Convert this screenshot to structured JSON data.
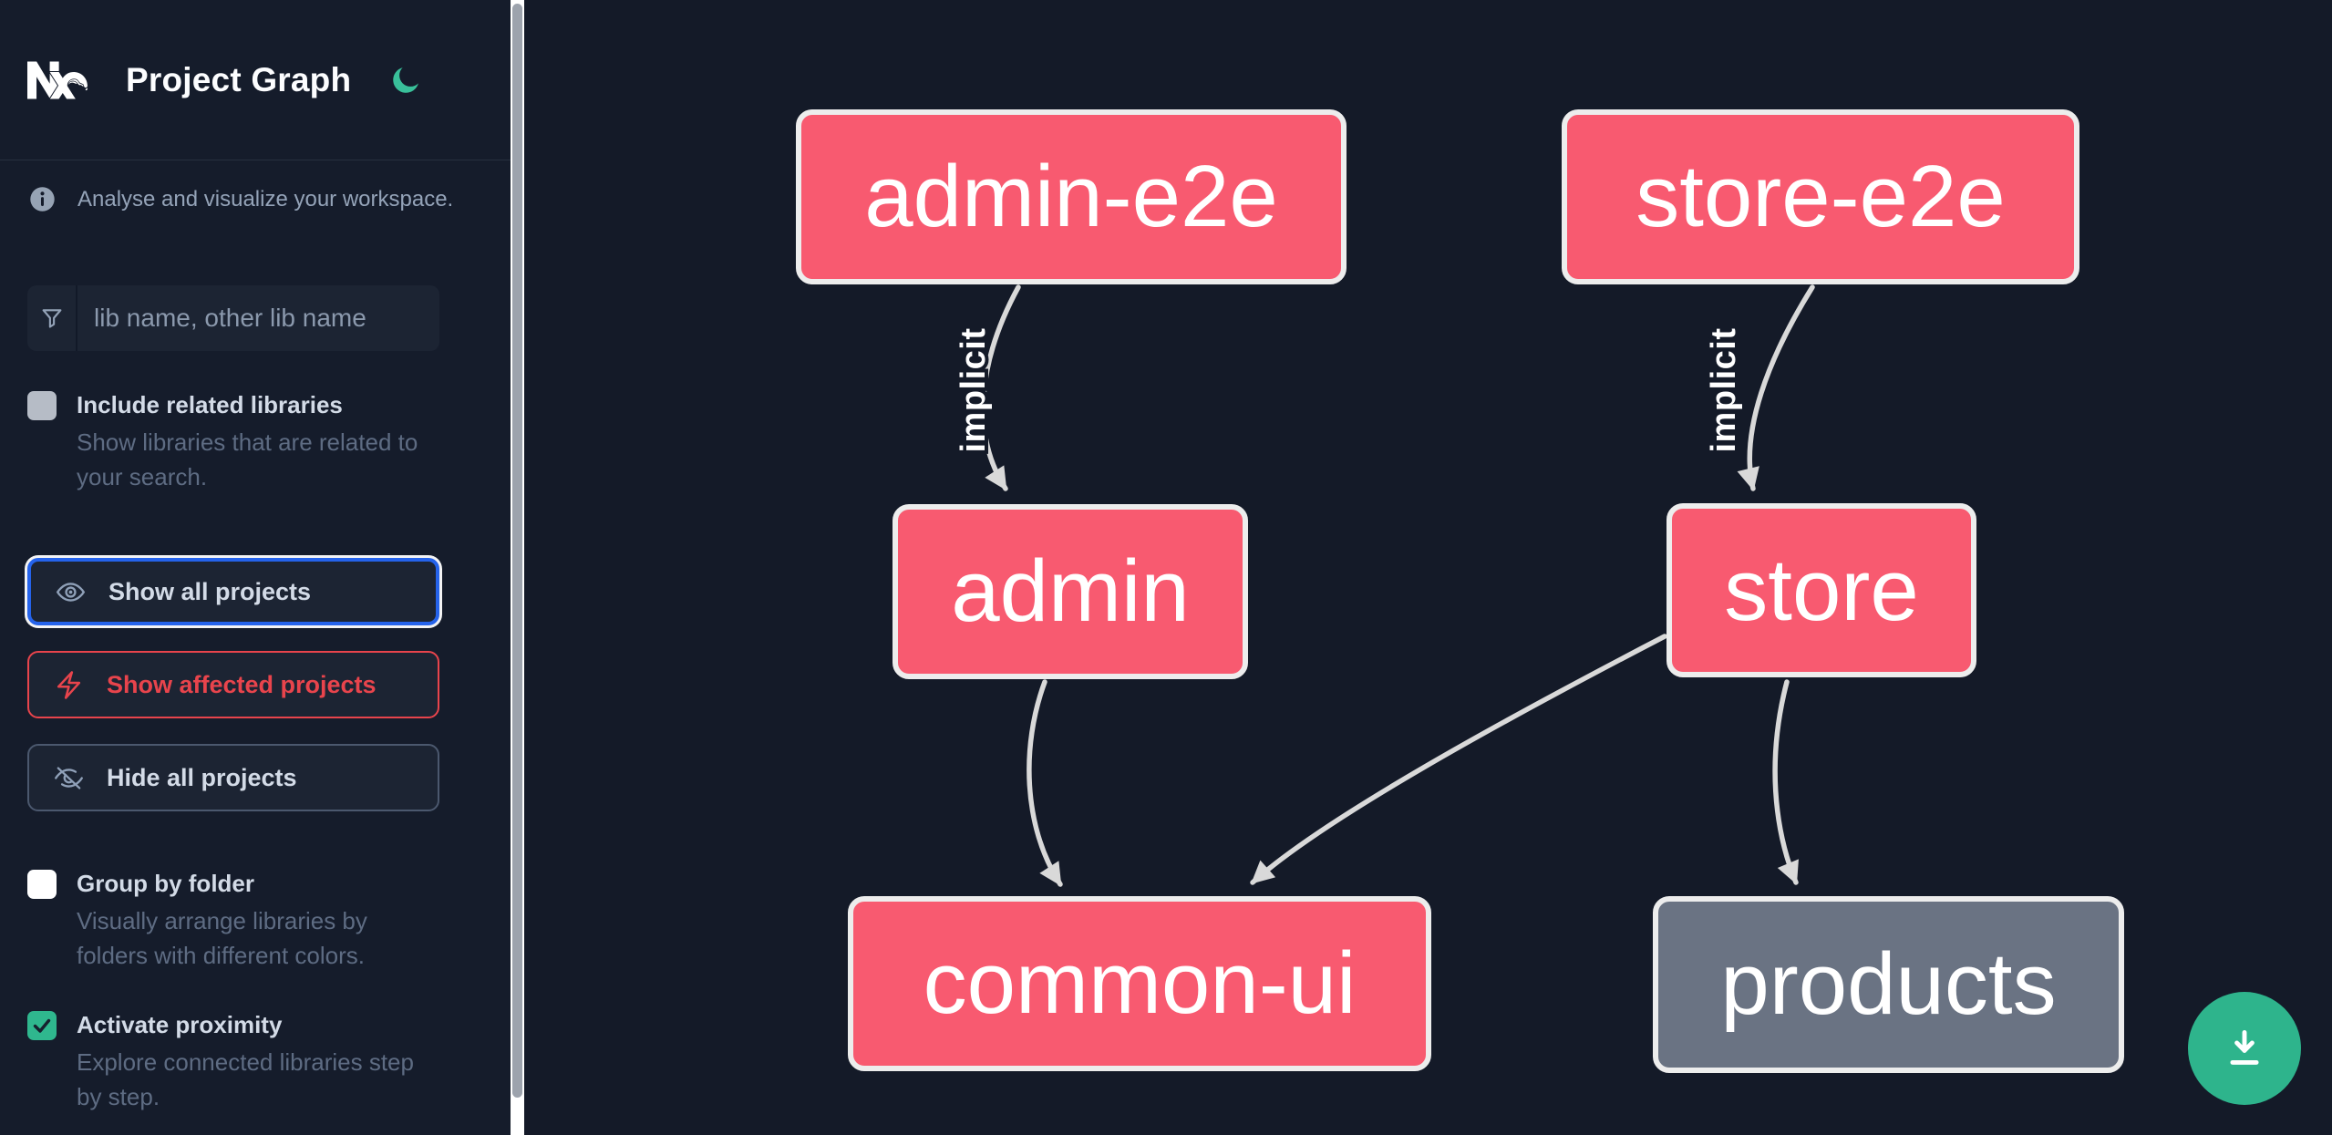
{
  "header": {
    "title": "Project Graph"
  },
  "sidebar": {
    "tagline": "Analyse and visualize your workspace.",
    "search": {
      "placeholder": "lib name, other lib name"
    },
    "actions": [
      {
        "label": "Show all projects",
        "icon": "eye-icon",
        "state": "focused"
      },
      {
        "label": "Show affected projects",
        "icon": "lightning-icon",
        "state": "affected"
      },
      {
        "label": "Hide all projects",
        "icon": "eye-off-icon",
        "state": "default"
      }
    ],
    "toggles": [
      {
        "label": "Include related libraries",
        "description": "Show libraries that are related to your search.",
        "checked": false
      },
      {
        "label": "Group by folder",
        "description": "Visually arrange libraries by folders with different colors.",
        "checked": false
      },
      {
        "label": "Activate proximity",
        "description": "Explore connected libraries step by step.",
        "checked": true
      }
    ]
  },
  "graph": {
    "nodes": [
      {
        "id": "admin-e2e",
        "label": "admin-e2e",
        "kind": "app"
      },
      {
        "id": "store-e2e",
        "label": "store-e2e",
        "kind": "app"
      },
      {
        "id": "admin",
        "label": "admin",
        "kind": "app"
      },
      {
        "id": "store",
        "label": "store",
        "kind": "app"
      },
      {
        "id": "common-ui",
        "label": "common-ui",
        "kind": "lib"
      },
      {
        "id": "products",
        "label": "products",
        "kind": "lib-unfocused"
      }
    ],
    "edges": [
      {
        "source": "admin-e2e",
        "target": "admin",
        "label": "implicit",
        "type": "implicit"
      },
      {
        "source": "store-e2e",
        "target": "store",
        "label": "implicit",
        "type": "implicit"
      },
      {
        "source": "admin",
        "target": "common-ui",
        "label": "",
        "type": "static"
      },
      {
        "source": "store",
        "target": "common-ui",
        "label": "",
        "type": "static"
      },
      {
        "source": "store",
        "target": "products",
        "label": "",
        "type": "static"
      }
    ]
  },
  "fab": {
    "icon": "download-icon"
  },
  "colors": {
    "sidebar_bg": "#151c2b",
    "canvas_bg": "#141a28",
    "panel_bg": "#1c2433",
    "accent_blue": "#2563eb",
    "accent_red": "#e8444c",
    "accent_green": "#2fb78e",
    "node_pink": "#f85a70",
    "node_gray": "#6a7383",
    "node_border": "#ededed",
    "edge_gray": "#d9d9d9",
    "text_primary": "#d3dbe7",
    "text_muted": "#94a3b8",
    "text_description": "#5e6c83"
  }
}
